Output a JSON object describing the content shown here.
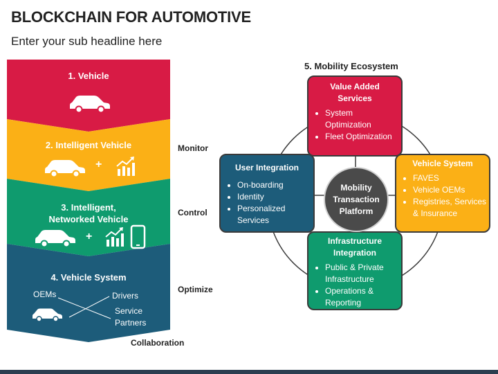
{
  "header": {
    "title": "BLOCKCHAIN FOR AUTOMOTIVE",
    "subtitle": "Enter your sub headline here"
  },
  "stages": [
    {
      "label": "1. Vehicle",
      "color": "#d81b45"
    },
    {
      "label": "2. Intelligent Vehicle",
      "color": "#fbb016",
      "plus": "+"
    },
    {
      "label_line1": "3. Intelligent,",
      "label_line2": "Networked Vehicle",
      "color": "#0f9b6e",
      "plus": "+"
    },
    {
      "label": "4. Vehicle System",
      "color": "#1d5c7a",
      "oems": "OEMs",
      "drivers": "Drivers",
      "service_line1": "Service",
      "service_line2": "Partners"
    }
  ],
  "side_labels": {
    "monitor": "Monitor",
    "control": "Control",
    "optimize": "Optimize",
    "collaboration": "Collaboration"
  },
  "ecosystem": {
    "title": "5. Mobility Ecosystem",
    "center_line1": "Mobility",
    "center_line2": "Transaction",
    "center_line3": "Platform",
    "value_added": {
      "title_line1": "Value Added",
      "title_line2": "Services",
      "items": [
        "System Optimization",
        "Fleet Optimization"
      ],
      "color": "#d81b45"
    },
    "user_integration": {
      "title": "User Integration",
      "items": [
        "On-boarding",
        "Identity",
        "Personalized Services"
      ],
      "color": "#1d5c7a"
    },
    "vehicle_system": {
      "title": "Vehicle System",
      "items": [
        "FAVES",
        "Vehicle OEMs",
        "Registries, Services & Insurance"
      ],
      "color": "#fbb016"
    },
    "infrastructure": {
      "title_line1": "Infrastructure",
      "title_line2": "Integration",
      "items": [
        "Public & Private Infrastructure",
        "Operations & Reporting"
      ],
      "color": "#0f9b6e"
    }
  }
}
